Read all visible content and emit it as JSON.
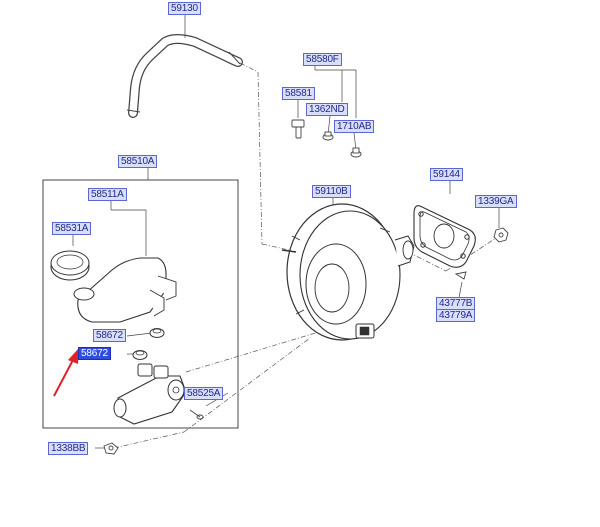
{
  "labels": {
    "vacuum_hose": "59130",
    "booster_bolt_kit": "58580F",
    "clevis_pin": "58581",
    "nut_a": "1362ND",
    "nut_b": "1710AB",
    "master_cylinder_assy": "58510A",
    "reservoir_assy": "58511A",
    "reservoir_cap": "58531A",
    "grommet_upper": "58672",
    "grommet_lower": "58672",
    "brake_booster": "59110B",
    "booster_gasket": "59144",
    "booster_nut": "1339GA",
    "clip_a": "43777B",
    "clip_b": "43779A",
    "master_cylinder": "58525A",
    "mounting_nut": "1338BB"
  },
  "colors": {
    "label_fill": "#d9defa",
    "label_text": "#1f2a8c",
    "label_border": "#5b67d6",
    "selected_fill": "#2f4de0",
    "arrow": "#e0202a"
  },
  "selected_label": "grommet_lower"
}
